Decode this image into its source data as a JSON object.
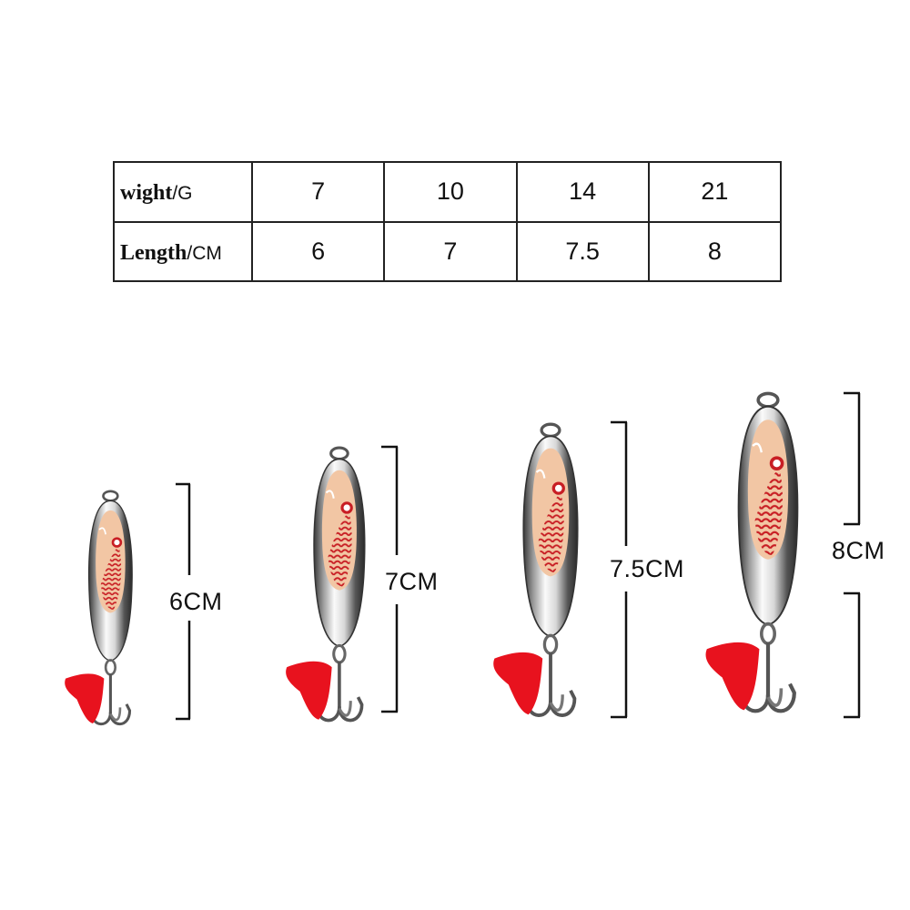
{
  "spec_table": {
    "weight_row": {
      "label_word": "wight",
      "label_unit": "/G",
      "values": [
        "7",
        "10",
        "14",
        "21"
      ]
    },
    "length_row": {
      "label_word": "Length",
      "label_unit": "/CM",
      "values": [
        "6",
        "7",
        "7.5",
        "8"
      ]
    }
  },
  "lures": [
    {
      "size_label": "6CM"
    },
    {
      "size_label": "7CM"
    },
    {
      "size_label": "7.5CM"
    },
    {
      "size_label": "8CM"
    }
  ],
  "colors": {
    "skirt_red": "#e8121e",
    "decal_peach": "#f2c6a4",
    "scale_red": "#c81e24",
    "chrome_light": "#f4f4f4",
    "chrome_dark": "#3a3a3a",
    "ruler_line": "#111111"
  }
}
